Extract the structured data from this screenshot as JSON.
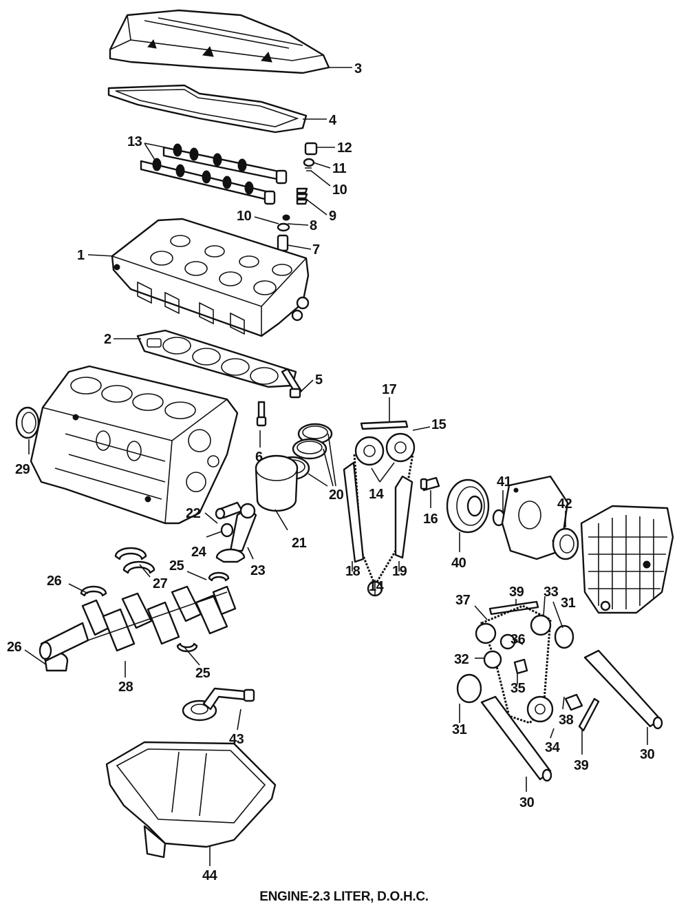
{
  "caption": "ENGINE-2.3 LITER, D.O.H.C.",
  "callouts": {
    "c1": "1",
    "c2": "2",
    "c3": "3",
    "c4": "4",
    "c5": "5",
    "c6": "6",
    "c7": "7",
    "c8": "8",
    "c9": "9",
    "c10a": "10",
    "c10b": "10",
    "c11": "11",
    "c12": "12",
    "c13": "13",
    "c14a": "14",
    "c14b": "14",
    "c15": "15",
    "c16": "16",
    "c17": "17",
    "c18": "18",
    "c19": "19",
    "c20": "20",
    "c21": "21",
    "c22": "22",
    "c23": "23",
    "c24": "24",
    "c25a": "25",
    "c25b": "25",
    "c26a": "26",
    "c26b": "26",
    "c27": "27",
    "c28": "28",
    "c29": "29",
    "c30a": "30",
    "c30b": "30",
    "c31a": "31",
    "c31b": "31",
    "c32": "32",
    "c33": "33",
    "c34": "34",
    "c35": "35",
    "c36": "36",
    "c37": "37",
    "c38": "38",
    "c39a": "39",
    "c39b": "39",
    "c40": "40",
    "c41": "41",
    "c42": "42",
    "c43": "43",
    "c44": "44"
  }
}
